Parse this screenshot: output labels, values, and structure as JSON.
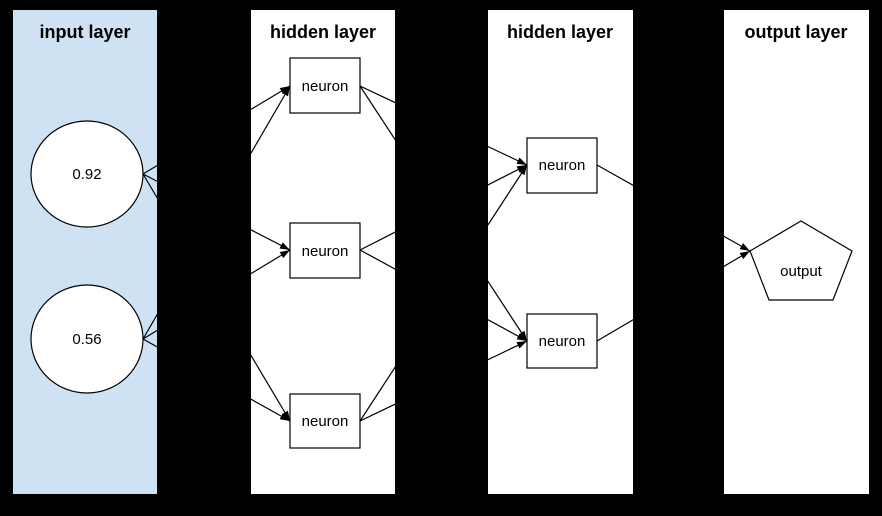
{
  "diagram": {
    "background": "#000000",
    "line_color": "#000000",
    "node_fill": "#ffffff",
    "panels": [
      {
        "title": "input layer",
        "fill": "#cfe2f3"
      },
      {
        "title": "hidden layer",
        "fill": "#ffffff"
      },
      {
        "title": "hidden layer",
        "fill": "#ffffff"
      },
      {
        "title": "output layer",
        "fill": "#ffffff"
      }
    ],
    "nodes": [
      {
        "id": "input-1",
        "shape": "circle",
        "label": "0.92",
        "layer": "input layer"
      },
      {
        "id": "input-2",
        "shape": "circle",
        "label": "0.56",
        "layer": "input layer"
      },
      {
        "id": "h1-neuron-1",
        "shape": "rect",
        "label": "neuron",
        "layer": "hidden layer 1"
      },
      {
        "id": "h1-neuron-2",
        "shape": "rect",
        "label": "neuron",
        "layer": "hidden layer 1"
      },
      {
        "id": "h1-neuron-3",
        "shape": "rect",
        "label": "neuron",
        "layer": "hidden layer 1"
      },
      {
        "id": "h2-neuron-1",
        "shape": "rect",
        "label": "neuron",
        "layer": "hidden layer 2"
      },
      {
        "id": "h2-neuron-2",
        "shape": "rect",
        "label": "neuron",
        "layer": "hidden layer 2"
      },
      {
        "id": "output-1",
        "shape": "pentagon",
        "label": "output",
        "layer": "output layer"
      }
    ],
    "edges": [
      {
        "from": "input-1",
        "to": "h1-neuron-1"
      },
      {
        "from": "input-1",
        "to": "h1-neuron-2"
      },
      {
        "from": "input-1",
        "to": "h1-neuron-3"
      },
      {
        "from": "input-2",
        "to": "h1-neuron-1"
      },
      {
        "from": "input-2",
        "to": "h1-neuron-2"
      },
      {
        "from": "input-2",
        "to": "h1-neuron-3"
      },
      {
        "from": "h1-neuron-1",
        "to": "h2-neuron-1"
      },
      {
        "from": "h1-neuron-1",
        "to": "h2-neuron-2"
      },
      {
        "from": "h1-neuron-2",
        "to": "h2-neuron-1"
      },
      {
        "from": "h1-neuron-2",
        "to": "h2-neuron-2"
      },
      {
        "from": "h1-neuron-3",
        "to": "h2-neuron-1"
      },
      {
        "from": "h1-neuron-3",
        "to": "h2-neuron-2"
      },
      {
        "from": "h2-neuron-1",
        "to": "output-1"
      },
      {
        "from": "h2-neuron-2",
        "to": "output-1"
      }
    ]
  }
}
